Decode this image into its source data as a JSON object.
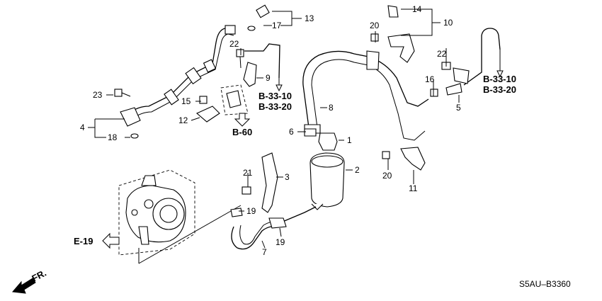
{
  "callouts": {
    "c1": "1",
    "c2": "2",
    "c3": "3",
    "c4": "4",
    "c5": "5",
    "c6": "6",
    "c7": "7",
    "c8": "8",
    "c9": "9",
    "c10": "10",
    "c11": "11",
    "c12": "12",
    "c13": "13",
    "c14": "14",
    "c15": "15",
    "c16": "16",
    "c17": "17",
    "c18": "18",
    "c19a": "19",
    "c19b": "19",
    "c20a": "20",
    "c20b": "20",
    "c21": "21",
    "c22a": "22",
    "c22b": "22",
    "c23": "23"
  },
  "refs": {
    "b3310_mid": "B-33-10",
    "b3320_mid": "B-33-20",
    "b3310_right": "B-33-10",
    "b3320_right": "B-33-20",
    "b60": "B-60",
    "e19": "E-19",
    "front": "FR."
  },
  "diagram_code": "S5AU–B3360"
}
